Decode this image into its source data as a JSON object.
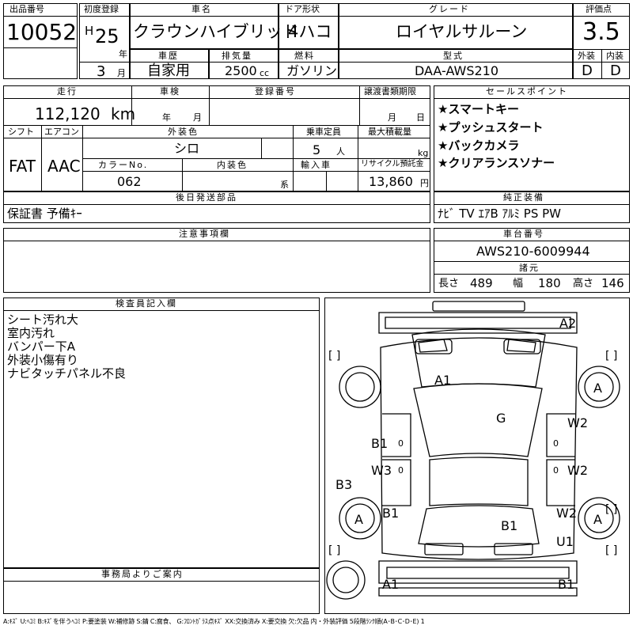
{
  "lot": {
    "label": "出品番号",
    "value": "10052"
  },
  "reg": {
    "label": "初度登録",
    "era": "H",
    "year": "25",
    "year_unit": "年",
    "month": "3",
    "month_unit": "月"
  },
  "model": {
    "label": "車名",
    "value": "クラウンハイブリッド"
  },
  "doors": {
    "label": "ドア形状",
    "value": "4ハコ"
  },
  "grade": {
    "label": "グレード",
    "value": "ロイヤルサルーン"
  },
  "score": {
    "label": "評価点",
    "value": "3.5",
    "ext_label": "外装",
    "int_label": "内装",
    "ext": "D",
    "int": "D"
  },
  "history": {
    "label": "車歴",
    "value": "自家用"
  },
  "displacement": {
    "label": "排気量",
    "value": "2500",
    "unit": "cc"
  },
  "fuel": {
    "label": "燃料",
    "value": "ガソリン"
  },
  "type": {
    "label": "型式",
    "value": "DAA-AWS210"
  },
  "mileage": {
    "label": "走行",
    "value": "112,120",
    "unit": "km"
  },
  "inspection": {
    "label": "車検",
    "year_unit": "年",
    "month_unit": "月"
  },
  "regnum": {
    "label": "登録番号"
  },
  "transfer": {
    "label": "譲渡書類期限",
    "month_unit": "月",
    "day_unit": "日"
  },
  "shift": {
    "label": "シフト",
    "value": "FAT"
  },
  "ac": {
    "label": "エアコン",
    "value": "AAC"
  },
  "color": {
    "label": "外装色",
    "value": "シロ"
  },
  "seats": {
    "label": "乗車定員",
    "value": "5",
    "unit": "人"
  },
  "load": {
    "label": "最大積載量",
    "unit": "kg"
  },
  "colorno": {
    "label": "カラーNo.",
    "value": "062"
  },
  "interior": {
    "label": "内装色",
    "unit": "系"
  },
  "import": {
    "label": "輸入車"
  },
  "recycle": {
    "label": "リサイクル預託金",
    "value": "13,860",
    "unit": "円"
  },
  "sales": {
    "label": "セールスポイント",
    "items": [
      "★スマートキー",
      "★プッシュスタート",
      "★バックカメラ",
      "★クリアランスソナー"
    ]
  },
  "parts": {
    "label": "後日発送部品",
    "value": "保証書 予備ｷｰ"
  },
  "options": {
    "label": "純正装備",
    "value": "ﾅﾋﾞ TV ｴｱB ｱﾙﾐ PS PW"
  },
  "notes": {
    "label": "注意事項欄"
  },
  "chassis": {
    "label": "車台番号",
    "value": "AWS210-6009944"
  },
  "dims": {
    "label": "諸元",
    "len_label": "長さ",
    "len": "489",
    "wid_label": "幅",
    "wid": "180",
    "hei_label": "高さ",
    "hei": "146"
  },
  "inspector": {
    "label": "検査員記入欄",
    "lines": [
      "シート汚れ大",
      "室内汚れ",
      "バンパー下A",
      "外装小傷有り",
      "ナビタッチパネル不良"
    ]
  },
  "office": {
    "label": "事務局よりご案内"
  },
  "diagram": {
    "marks": {
      "a2": "A2",
      "a1_hood": "A1",
      "a_fl": "A",
      "g": "G",
      "w2_fr": "W2",
      "b1_l": "B1",
      "w3": "W3",
      "w2_r": "W2",
      "b3": "B3",
      "a_rl": "A",
      "b1_rl": "B1",
      "w2_rr": "W2",
      "a_rr": "A",
      "b1_trunk": "B1",
      "u1": "U1",
      "a1_bumper": "A1",
      "b1_bumper": "B1"
    },
    "bracket": "[ ]",
    "zero": "0"
  },
  "legend": "A:ｷｽﾞ U:ﾍｺﾐ B:ｷｽﾞを伴うﾍｺﾐ P:要塗装 W:補修跡 S:錆 C:腐食、 G:ﾌﾛﾝﾄｶﾞﾗｽ点ｷｽﾞ XX:交換済み X:要交換 欠:欠品 内・外装評価 5段階ﾗﾝｸ順(A･B･C･D･E) 1"
}
